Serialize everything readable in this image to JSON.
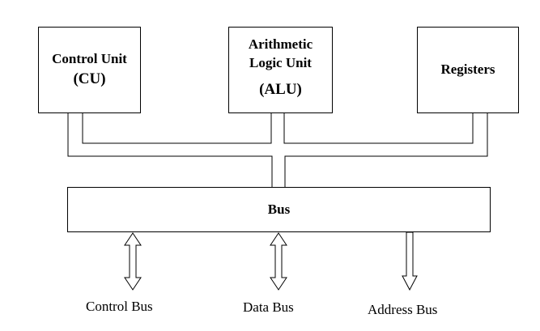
{
  "units": {
    "cu": {
      "name": "Control Unit",
      "abbr": "(CU)"
    },
    "alu": {
      "line1": "Arithmetic",
      "line2": "Logic Unit",
      "abbr": "(ALU)"
    },
    "registers": {
      "name": "Registers"
    }
  },
  "bus": {
    "name": "Bus"
  },
  "bus_types": {
    "control": "Control Bus",
    "data": "Data Bus",
    "address": "Address Bus"
  }
}
